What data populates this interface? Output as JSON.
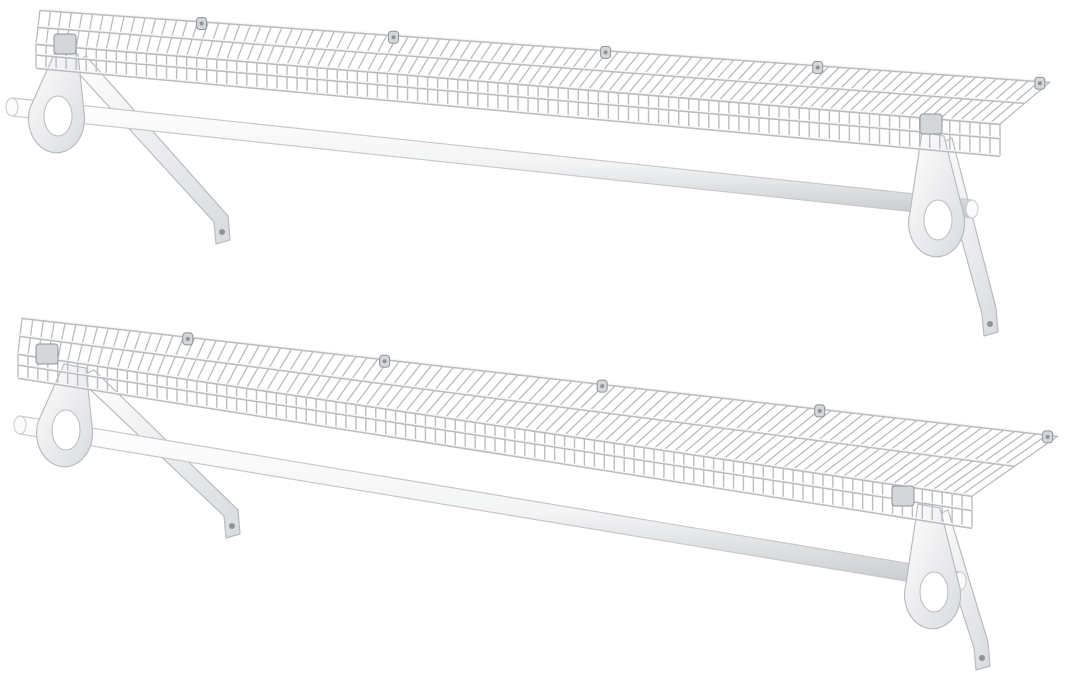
{
  "scene": {
    "subject": "wire-shelf-with-hanging-rod",
    "shelves": [
      {
        "name": "upper-shelf"
      },
      {
        "name": "lower-shelf"
      }
    ],
    "colors": {
      "background": "#ffffff",
      "wire": "#f7f7f7",
      "wire_shadow": "#b9bcc0",
      "rod": "#fbfbfb",
      "rod_shadow": "#c6c8cb",
      "clip": "#d4d6d9",
      "clip_dark": "#8f9398"
    }
  }
}
